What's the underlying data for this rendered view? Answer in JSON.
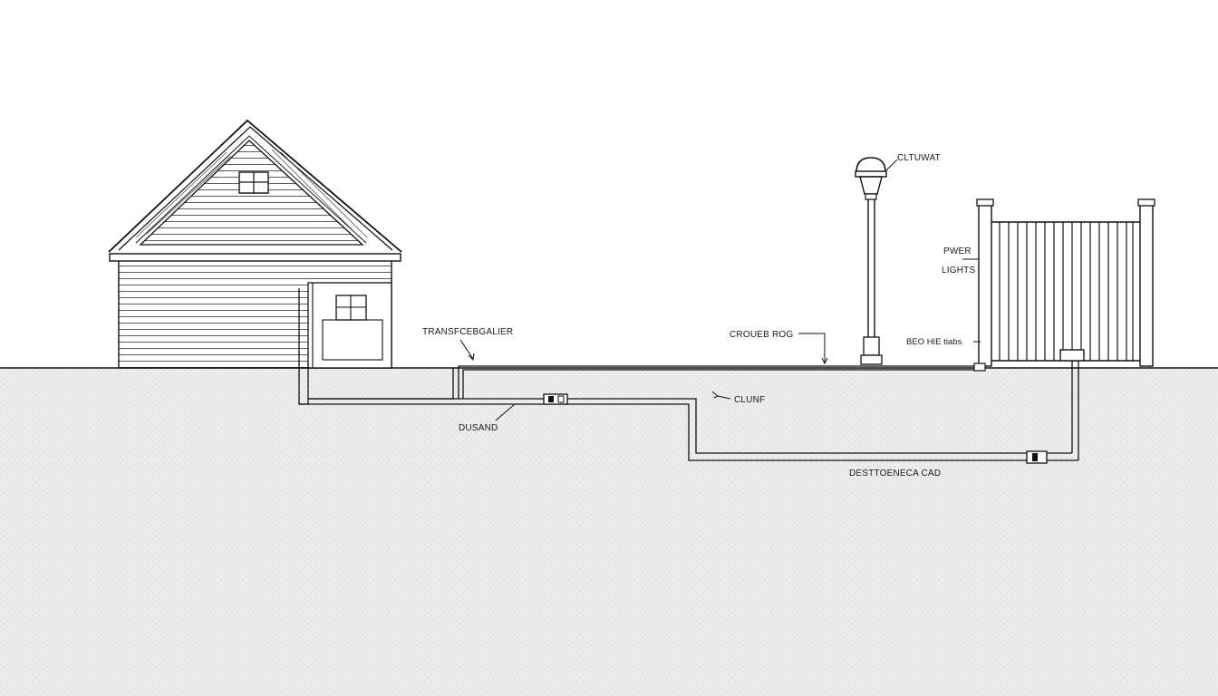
{
  "diagram": {
    "labels": {
      "transfer": "TRANSFCEBGALIER",
      "conduit": "DUSAND",
      "crouse": "CROUEB ROG",
      "clunf": "CLUNF",
      "bottom": "DESTTOENECA CAD",
      "lamp": "CLTUWAT",
      "power": "PWER",
      "lights": "LIGHTS",
      "fence_base": "BEO HIE tiabs"
    },
    "colors": {
      "ink": "#111111",
      "ground_fill": "#e9e9e9",
      "background": "#ffffff"
    }
  }
}
